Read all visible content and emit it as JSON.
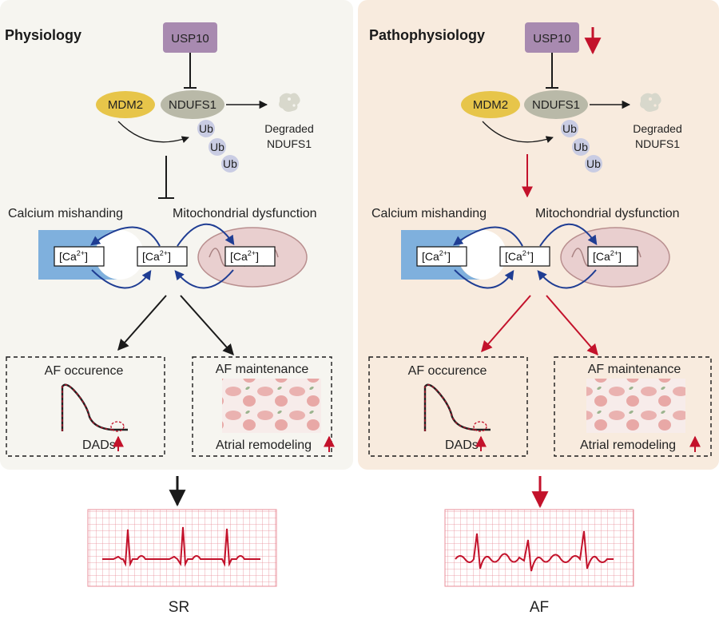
{
  "panels": {
    "left": {
      "title": "Physiology",
      "usp10": "USP10",
      "mdm2": "MDM2",
      "ndufs1": "NDUFS1",
      "ub": [
        "Ub",
        "Ub",
        "Ub"
      ],
      "degraded_line1": "Degraded",
      "degraded_line2": "NDUFS1",
      "calcium_mishanding": "Calcium mishanding",
      "mito_dysfunction": "Mitochondrial dysfunction",
      "ca_label": "[Ca",
      "ca_sup": "2+",
      "ca_close": "]",
      "af_occurence": "AF occurence",
      "dads": "DADs",
      "af_maintenance": "AF maintenance",
      "atrial_remodeling": "Atrial remodeling",
      "rhythm": "SR"
    },
    "right": {
      "title": "Pathophysiology",
      "usp10": "USP10",
      "mdm2": "MDM2",
      "ndufs1": "NDUFS1",
      "ub": [
        "Ub",
        "Ub",
        "Ub"
      ],
      "degraded_line1": "Degraded",
      "degraded_line2": "NDUFS1",
      "calcium_mishanding": "Calcium mishanding",
      "mito_dysfunction": "Mitochondrial dysfunction",
      "ca_label": "[Ca",
      "ca_sup": "2+",
      "ca_close": "]",
      "af_occurence": "AF occurence",
      "dads": "DADs",
      "af_maintenance": "AF maintenance",
      "atrial_remodeling": "Atrial remodeling",
      "rhythm": "AF"
    }
  },
  "colors": {
    "left_bg": "#f6f5f0",
    "right_bg": "#f8ebde",
    "usp10": "#a88ab0",
    "mdm2": "#e7c54a",
    "ndufs1": "#b9b9a8",
    "ub": "#c9cce3",
    "calcium_store": "#7fb0dd",
    "mito": "#e9cfcf",
    "blue_arrow": "#1f3d93",
    "red": "#c3122b",
    "ecg_grid": "#e88d98"
  }
}
